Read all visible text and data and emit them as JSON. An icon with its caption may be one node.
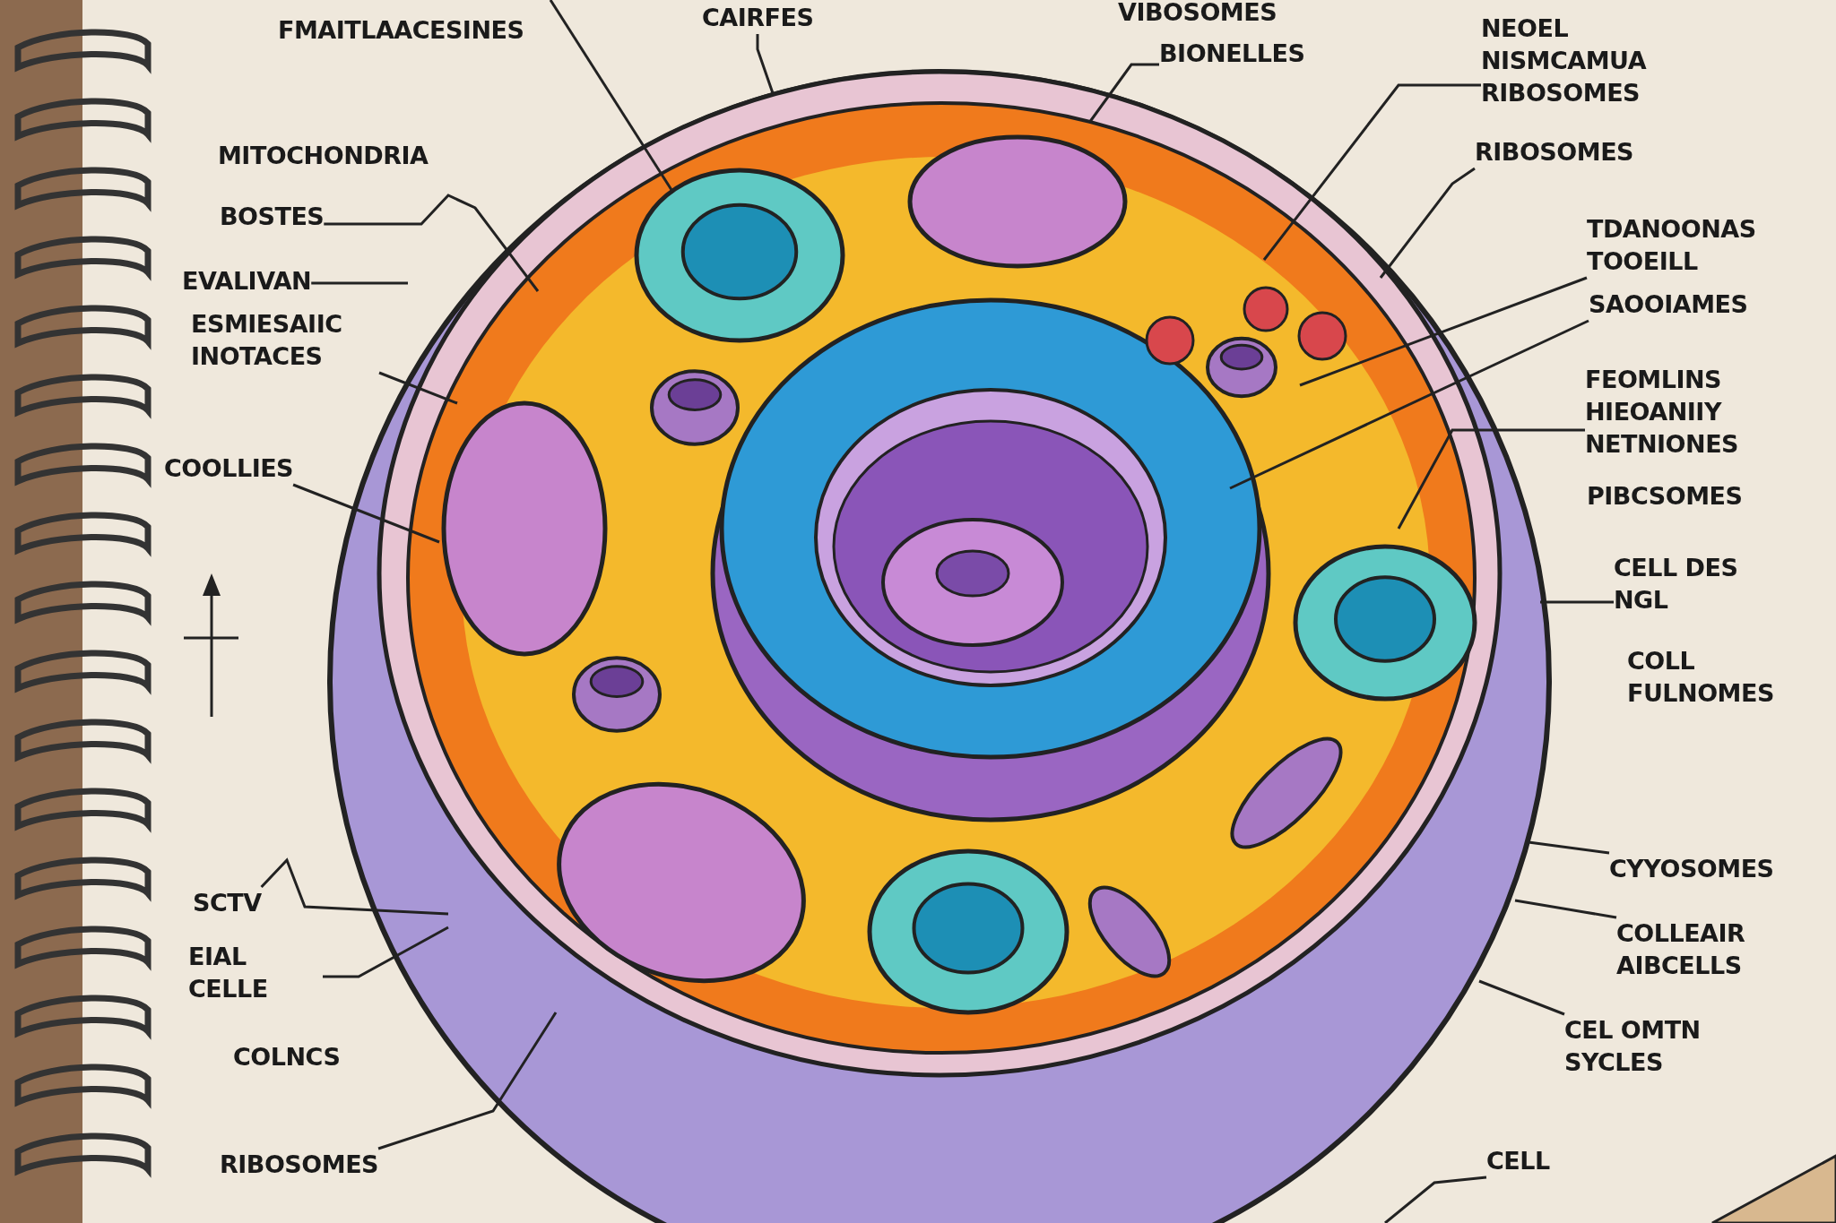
{
  "diagram": {
    "nodes": [
      {
        "text": [
          "CAIRFES"
        ]
      },
      {
        "text": [
          "BIONELLES"
        ]
      },
      {
        "text": [
          "NEOEL NISMCAMUA RIBOSOMES"
        ]
      },
      {
        "text": [
          "RIBOSOMES"
        ]
      },
      {
        "text": [
          "TDANOONAS TOOEILL"
        ]
      },
      {
        "text": [
          "SAOOIAMES"
        ]
      },
      {
        "text": [
          "FEOMLINS HIEOANIIY NETNIONES"
        ]
      },
      {
        "text": [
          "CELL DES NGL"
        ]
      },
      {
        "text": [
          "CYYOSOMES"
        ]
      },
      {
        "text": [
          "COLLEAIR AIBCELLS"
        ]
      },
      {
        "text": [
          "CEL OMTN SYCLES"
        ]
      },
      {
        "text": [
          "CELL"
        ]
      },
      {
        "text": [
          "BOSTES"
        ]
      },
      {
        "text": [
          "EVALIVAN"
        ]
      },
      {
        "text": [
          "ESMIESAIIC INOTACES"
        ]
      },
      {
        "text": [
          "COOLLIES"
        ]
      },
      {
        "text": [
          "SCTV"
        ]
      },
      {
        "text": [
          "EIAL CELLE"
        ]
      },
      {
        "text": [
          "RIBOSOMES"
        ]
      }
    ],
    "edges": [
      {
        "from": 0,
        "to": null,
        "arrow": "none"
      },
      {
        "from": 1,
        "to": null,
        "arrow": "none"
      },
      {
        "from": 2,
        "to": null,
        "arrow": "none"
      },
      {
        "from": 3,
        "to": null,
        "arrow": "none"
      },
      {
        "from": 4,
        "to": null,
        "arrow": "none"
      },
      {
        "from": 5,
        "to": null,
        "arrow": "none"
      },
      {
        "from": 6,
        "to": null,
        "arrow": "none"
      },
      {
        "from": 7,
        "to": null,
        "arrow": "none"
      },
      {
        "from": 8,
        "to": null,
        "arrow": "none"
      },
      {
        "from": 9,
        "to": null,
        "arrow": "none"
      },
      {
        "from": 10,
        "to": null,
        "arrow": "none"
      },
      {
        "from": 11,
        "to": null,
        "arrow": "none"
      },
      {
        "from": 12,
        "to": null,
        "arrow": "none"
      },
      {
        "from": 13,
        "to": null,
        "arrow": "none"
      },
      {
        "from": 14,
        "to": null,
        "arrow": "none"
      },
      {
        "from": 15,
        "to": null,
        "arrow": "none"
      },
      {
        "from": 16,
        "to": null,
        "arrow": "none"
      },
      {
        "from": 17,
        "to": null,
        "arrow": "none"
      },
      {
        "from": 18,
        "to": null,
        "arrow": "none"
      }
    ],
    "labels": [
      "FMAITLAACESINES",
      "VIBOSOMES",
      "MITOCHONDRIA",
      "PIBCSOMES",
      "COLL FULNOMES",
      "COLNCS"
    ]
  }
}
